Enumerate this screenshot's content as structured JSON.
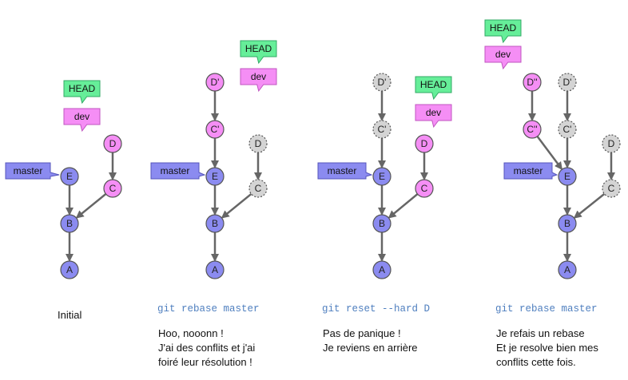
{
  "panels": [
    {
      "command": "",
      "caption": [
        "Initial"
      ],
      "nodes": [
        {
          "id": "A",
          "label": "A",
          "style": "blue"
        },
        {
          "id": "B",
          "label": "B",
          "style": "blue"
        },
        {
          "id": "E",
          "label": "E",
          "style": "blue"
        },
        {
          "id": "C",
          "label": "C",
          "style": "pink"
        },
        {
          "id": "D",
          "label": "D",
          "style": "pink"
        }
      ],
      "edges": [
        [
          "B",
          "A"
        ],
        [
          "E",
          "B"
        ],
        [
          "C",
          "B"
        ],
        [
          "D",
          "C"
        ]
      ],
      "tags": [
        {
          "label": "master",
          "style": "blue",
          "target": "E"
        },
        {
          "label": "dev",
          "style": "pink",
          "target": "D"
        },
        {
          "label": "HEAD",
          "style": "green",
          "target": "dev"
        }
      ]
    },
    {
      "command": "git rebase master",
      "caption": [
        "Hoo, nooonn !",
        "J'ai des conflits et j'ai",
        "foiré leur résolution !"
      ],
      "nodes": [
        {
          "id": "A",
          "label": "A",
          "style": "blue"
        },
        {
          "id": "B",
          "label": "B",
          "style": "blue"
        },
        {
          "id": "E",
          "label": "E",
          "style": "blue"
        },
        {
          "id": "C'",
          "label": "C'",
          "style": "pink"
        },
        {
          "id": "D'",
          "label": "D'",
          "style": "pink"
        },
        {
          "id": "C",
          "label": "C",
          "style": "ghost"
        },
        {
          "id": "D",
          "label": "D",
          "style": "ghost"
        }
      ],
      "edges": [
        [
          "B",
          "A"
        ],
        [
          "E",
          "B"
        ],
        [
          "C'",
          "E"
        ],
        [
          "D'",
          "C'"
        ],
        [
          "C",
          "B"
        ],
        [
          "D",
          "C"
        ]
      ],
      "tags": [
        {
          "label": "master",
          "style": "blue",
          "target": "E"
        },
        {
          "label": "dev",
          "style": "pink",
          "target": "D'"
        },
        {
          "label": "HEAD",
          "style": "green",
          "target": "dev"
        }
      ]
    },
    {
      "command": "git reset --hard D",
      "caption": [
        "Pas de panique !",
        "Je reviens en arrière"
      ],
      "nodes": [
        {
          "id": "A",
          "label": "A",
          "style": "blue"
        },
        {
          "id": "B",
          "label": "B",
          "style": "blue"
        },
        {
          "id": "E",
          "label": "E",
          "style": "blue"
        },
        {
          "id": "C'",
          "label": "C'",
          "style": "ghost"
        },
        {
          "id": "D'",
          "label": "D'",
          "style": "ghost"
        },
        {
          "id": "C",
          "label": "C",
          "style": "pink"
        },
        {
          "id": "D",
          "label": "D",
          "style": "pink"
        }
      ],
      "edges": [
        [
          "B",
          "A"
        ],
        [
          "E",
          "B"
        ],
        [
          "C'",
          "E"
        ],
        [
          "D'",
          "C'"
        ],
        [
          "C",
          "B"
        ],
        [
          "D",
          "C"
        ]
      ],
      "tags": [
        {
          "label": "master",
          "style": "blue",
          "target": "E"
        },
        {
          "label": "dev",
          "style": "pink",
          "target": "D"
        },
        {
          "label": "HEAD",
          "style": "green",
          "target": "dev"
        }
      ]
    },
    {
      "command": "git rebase master",
      "caption": [
        "Je refais un rebase",
        "Et je resolve bien mes",
        "conflits cette fois."
      ],
      "nodes": [
        {
          "id": "A",
          "label": "A",
          "style": "blue"
        },
        {
          "id": "B",
          "label": "B",
          "style": "blue"
        },
        {
          "id": "E",
          "label": "E",
          "style": "blue"
        },
        {
          "id": "C''",
          "label": "C''",
          "style": "pink"
        },
        {
          "id": "D''",
          "label": "D''",
          "style": "pink"
        },
        {
          "id": "C'",
          "label": "C'",
          "style": "ghost"
        },
        {
          "id": "D'",
          "label": "D'",
          "style": "ghost"
        },
        {
          "id": "C",
          "label": "C",
          "style": "ghost"
        },
        {
          "id": "D",
          "label": "D",
          "style": "ghost"
        }
      ],
      "edges": [
        [
          "B",
          "A"
        ],
        [
          "E",
          "B"
        ],
        [
          "C''",
          "E"
        ],
        [
          "D''",
          "C''"
        ],
        [
          "C'",
          "E"
        ],
        [
          "D'",
          "C'"
        ],
        [
          "C",
          "B"
        ],
        [
          "D",
          "C"
        ]
      ],
      "tags": [
        {
          "label": "master",
          "style": "blue",
          "target": "E"
        },
        {
          "label": "dev",
          "style": "pink",
          "target": "D''"
        },
        {
          "label": "HEAD",
          "style": "green",
          "target": "dev"
        }
      ]
    }
  ],
  "colors": {
    "blue_fill": "#8b8bf0",
    "pink_fill": "#f58ef5",
    "ghost_fill": "#d4d4d4",
    "green_fill": "#66ee99",
    "edge": "#666666",
    "command_text": "#4f7fbf"
  }
}
